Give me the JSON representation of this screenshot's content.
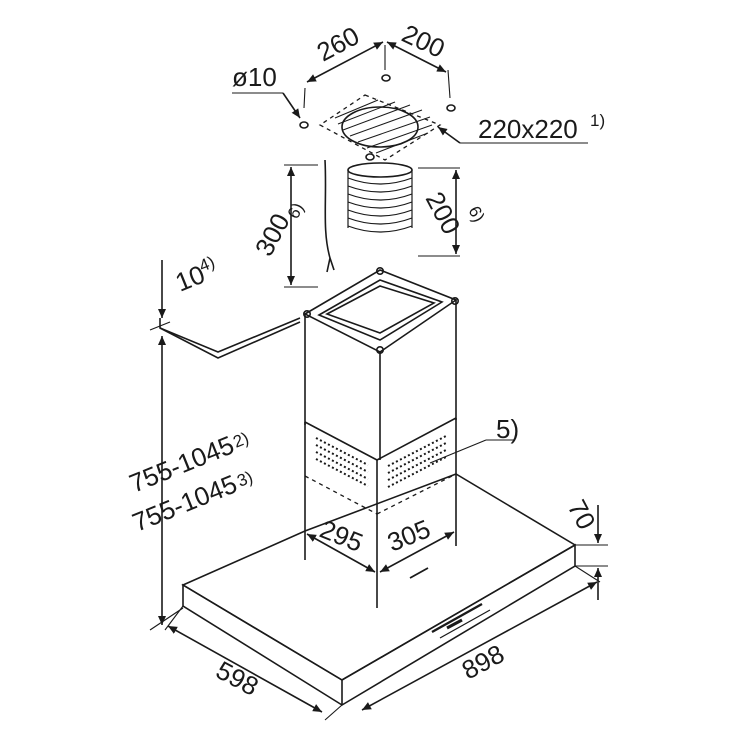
{
  "dimensions": {
    "top_depth": "260",
    "top_width": "200",
    "hole_diameter": "ø10",
    "ceiling_opening": "220x220",
    "ceiling_opening_note": "1)",
    "cable_length": "300",
    "cable_length_note": "6)",
    "duct_length": "200",
    "duct_length_note": "6)",
    "ceiling_gap": "10",
    "ceiling_gap_note": "4)",
    "height_range_a": "755-1045",
    "height_range_a_note": "2)",
    "height_range_b": "755-1045",
    "height_range_b_note": "3)",
    "chimney_vent_note": "5)",
    "chimney_depth": "295",
    "chimney_width": "305",
    "canopy_height": "70",
    "hood_depth": "598",
    "hood_width": "898"
  },
  "colors": {
    "line": "#1a1a1a",
    "background": "#ffffff"
  }
}
